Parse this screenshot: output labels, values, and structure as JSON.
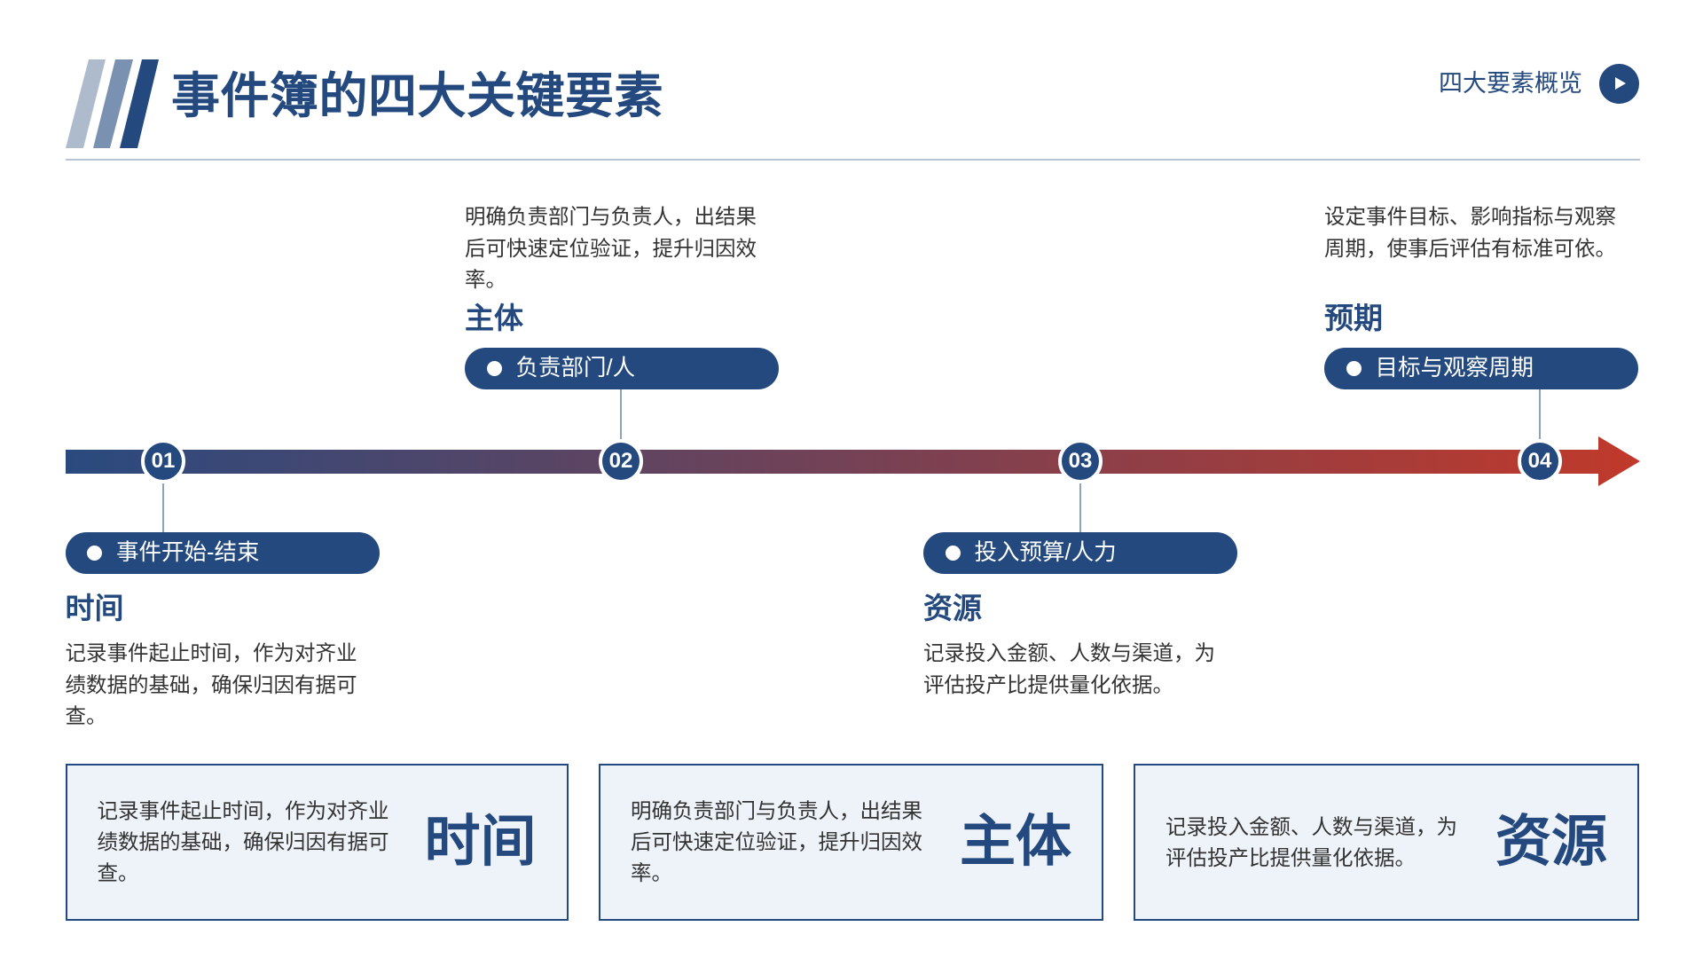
{
  "header": {
    "title": "事件簿的四大关键要素",
    "overview_label": "四大要素概览"
  },
  "timeline": {
    "nodes": [
      {
        "number": "01",
        "tag": "事件开始-结束",
        "heading": "时间",
        "description": "记录事件起止时间，作为对齐业绩数据的基础，确保归因有据可查。"
      },
      {
        "number": "02",
        "tag": "负责部门/人",
        "heading": "主体",
        "description": "明确负责部门与负责人，出结果后可快速定位验证，提升归因效率。"
      },
      {
        "number": "03",
        "tag": "投入预算/人力",
        "heading": "资源",
        "description": "记录投入金额、人数与渠道，为评估投产比提供量化依据。"
      },
      {
        "number": "04",
        "tag": "目标与观察周期",
        "heading": "预期",
        "description": "设定事件目标、影响指标与观察周期，使事后评估有标准可依。"
      }
    ]
  },
  "cards": [
    {
      "label": "时间",
      "description": "记录事件起止时间，作为对齐业绩数据的基础，确保归因有据可查。"
    },
    {
      "label": "主体",
      "description": "明确负责部门与负责人，出结果后可快速定位验证，提升归因效率。"
    },
    {
      "label": "资源",
      "description": "记录投入金额、人数与渠道，为评估投产比提供量化依据。"
    }
  ],
  "icons": {
    "overview_button": "play-icon",
    "tag_bullet": "dot-icon",
    "title_decoration": "slash-stripes-icon"
  },
  "colors": {
    "navy": "#23497e",
    "bar_start": "#2a4a7f",
    "bar_end": "#c0392b",
    "card_bg": "#eef2f9",
    "divider": "#b9c5d6",
    "connector": "#8fa3bd",
    "text": "#333333",
    "stripe_light": "#aebbcd",
    "stripe_mid": "#7b91b2"
  }
}
